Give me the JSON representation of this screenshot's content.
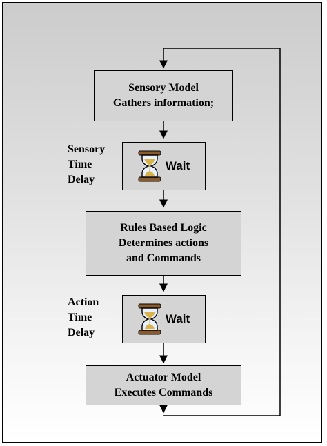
{
  "diagram": {
    "sensory_model": {
      "line1": "Sensory Model",
      "line2": "Gathers information;"
    },
    "sensory_delay": {
      "line1": "Sensory",
      "line2": "Time",
      "line3": "Delay",
      "wait": "Wait",
      "icon": "hourglass-icon"
    },
    "rules_logic": {
      "line1": "Rules Based Logic",
      "line2": "Determines actions",
      "line3": "and Commands"
    },
    "action_delay": {
      "line1": "Action",
      "line2": "Time",
      "line3": "Delay",
      "wait": "Wait",
      "icon": "hourglass-icon"
    },
    "actuator_model": {
      "line1": "Actuator Model",
      "line2": "Executes Commands"
    }
  }
}
